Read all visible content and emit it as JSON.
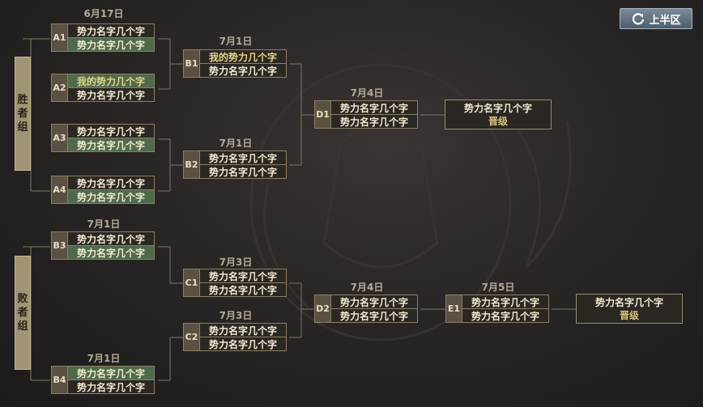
{
  "top_right_button": {
    "label": "上半区",
    "icon": "refresh-icon"
  },
  "groups": {
    "winners": "胜者组",
    "losers": "败者组"
  },
  "matches": {
    "A1": {
      "date": "6月17日",
      "teams": [
        "势力名字几个字",
        "势力名字几个字"
      ],
      "winner": 1
    },
    "A2": {
      "teams": [
        "我的势力几个字",
        "势力名字几个字"
      ],
      "winner": 0
    },
    "A3": {
      "teams": [
        "势力名字几个字",
        "势力名字几个字"
      ],
      "winner": 1
    },
    "A4": {
      "teams": [
        "势力名字几个字",
        "势力名字几个字"
      ],
      "winner": 1
    },
    "B1": {
      "date": "7月1日",
      "teams": [
        "我的势力几个字",
        "势力名字几个字"
      ]
    },
    "B2": {
      "date": "7月1日",
      "teams": [
        "势力名字几个字",
        "势力名字几个字"
      ]
    },
    "B3": {
      "date": "7月1日",
      "teams": [
        "势力名字几个字",
        "势力名字几个字"
      ],
      "winner": 1
    },
    "B4": {
      "date": "7月1日",
      "teams": [
        "势力名字几个字",
        "势力名字几个字"
      ],
      "winner": 0
    },
    "C1": {
      "date": "7月3日",
      "teams": [
        "势力名字几个字",
        "势力名字几个字"
      ]
    },
    "C2": {
      "date": "7月3日",
      "teams": [
        "势力名字几个字",
        "势力名字几个字"
      ]
    },
    "D1": {
      "date": "7月4日",
      "teams": [
        "势力名字几个字",
        "势力名字几个字"
      ]
    },
    "D2": {
      "date": "7月4日",
      "teams": [
        "势力名字几个字",
        "势力名字几个字"
      ]
    },
    "E1": {
      "date": "7月5日",
      "teams": [
        "势力名字几个字",
        "势力名字几个字"
      ]
    }
  },
  "finals": [
    {
      "name": "势力名字几个字",
      "status": "晋级"
    },
    {
      "name": "势力名字几个字",
      "status": "晋级"
    }
  ]
}
